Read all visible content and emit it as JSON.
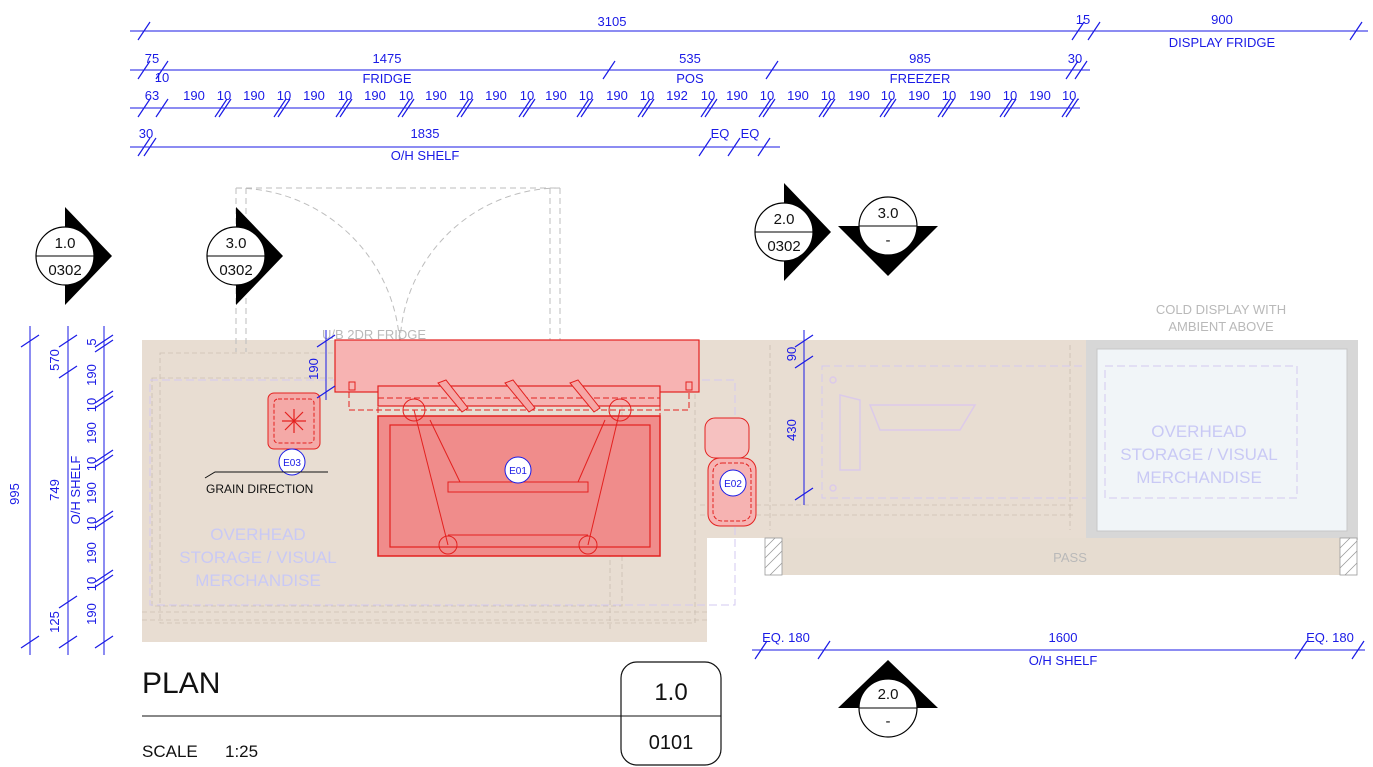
{
  "top_dims": {
    "overall": "3105",
    "gap": "15",
    "display_fridge_len": "900",
    "display_fridge_label": "DISPLAY FRIDGE",
    "row2": {
      "a": "75",
      "b": "10",
      "fridge": "1475",
      "fridge_label": "FRIDGE",
      "pos": "535",
      "pos_label": "POS",
      "freezer": "985",
      "freezer_label": "FREEZER",
      "end": "30"
    },
    "row3": [
      "63",
      "190",
      "10",
      "190",
      "10",
      "190",
      "10",
      "190",
      "10",
      "190",
      "10",
      "190",
      "10",
      "190",
      "10",
      "190",
      "10",
      "192",
      "10",
      "190",
      "10",
      "190",
      "10",
      "190",
      "10",
      "190",
      "10",
      "190",
      "10",
      "190",
      "10."
    ],
    "row4": {
      "a": "30",
      "shelf": "1835",
      "shelf_label": "O/H SHELF",
      "eq1": "EQ",
      "eq2": "EQ"
    }
  },
  "markers": [
    {
      "num": "1.0",
      "sheet": "0302"
    },
    {
      "num": "3.0",
      "sheet": "0302"
    },
    {
      "num": "2.0",
      "sheet": "0302"
    },
    {
      "num": "3.0",
      "sheet": "-"
    },
    {
      "num": "2.0",
      "sheet": "-"
    }
  ],
  "left_dims": {
    "total": "995",
    "a": "570",
    "b": "749",
    "c": "125",
    "shelf_label": "O/H SHELF",
    "top5": "5",
    "segs": [
      "190",
      "10",
      "190",
      "10",
      "190",
      "10",
      "190",
      "10",
      "190",
      "10",
      "190"
    ]
  },
  "labels": {
    "ub_fridge": "U/B 2DR FRIDGE",
    "dim_190": "190",
    "grain": "GRAIN DIRECTION",
    "overhead_left": [
      "OVERHEAD",
      "STORAGE / VISUAL",
      "MERCHANDISE"
    ],
    "overhead_right": [
      "OVERHEAD",
      "STORAGE / VISUAL",
      "MERCHANDISE"
    ],
    "cold_display": [
      "COLD DISPLAY WITH",
      "AMBIENT ABOVE"
    ],
    "pass": "PASS",
    "dim_90": "90",
    "dim_430": "430"
  },
  "tags": {
    "e01": "E01",
    "e02": "E02",
    "e03": "E03"
  },
  "bottom_dims": {
    "eq_left": "EQ. 180",
    "shelf": "1600",
    "shelf_label": "O/H SHELF",
    "eq_right": "EQ. 180"
  },
  "title_block": {
    "title": "PLAN",
    "scale_label": "SCALE",
    "scale": "1:25",
    "num": "1.0",
    "sheet": "0101"
  },
  "colors": {
    "dim": "#1a1ae6",
    "equipment_red": "#e3211f",
    "counter": "#e8ddd2",
    "grey": "#b9b9b9"
  }
}
